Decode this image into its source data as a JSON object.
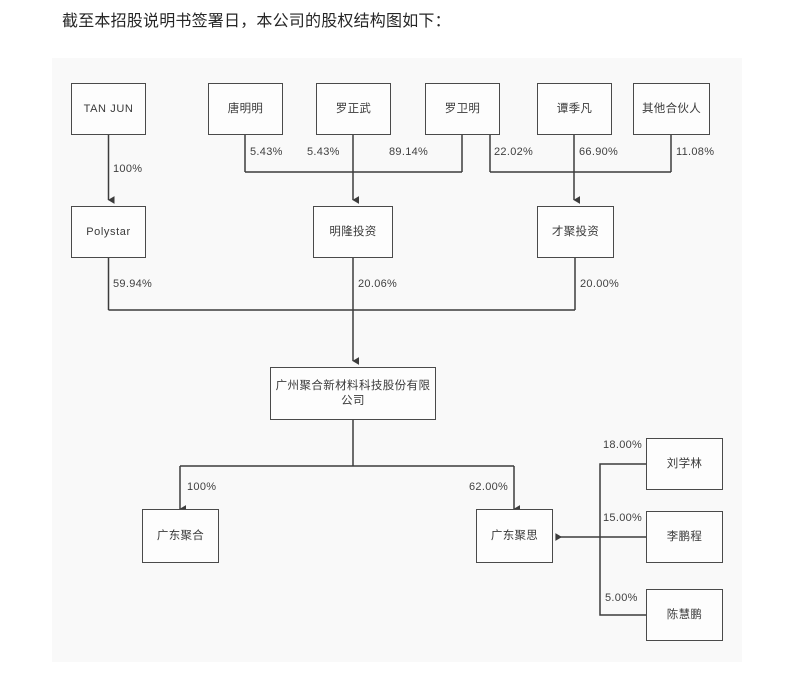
{
  "caption": "截至本招股说明书签署日，本公司的股权结构图如下：",
  "panel": {
    "background": "#f9f9f9",
    "border_color": "#4a4a4a",
    "box_fill": "#fdfdfd"
  },
  "nodes": {
    "tan_jun": "TAN JUN",
    "tang_mingming": "唐明明",
    "luo_zhengwu": "罗正武",
    "luo_weiming": "罗卫明",
    "tan_jifan": "谭季凡",
    "other_partners": "其他合伙人",
    "polystar": "Polystar",
    "minglong": "明隆投资",
    "caiju": "才聚投资",
    "main_company": "广州聚合新材料科技股份有限公司",
    "guangdong_juhe": "广东聚合",
    "guangdong_jusi": "广东聚思",
    "liu_xuelin": "刘学林",
    "li_pengcheng": "李鹏程",
    "chen_huipeng": "陈慧鹏"
  },
  "edge_labels": {
    "tanjun_to_polystar": "100%",
    "tang_to_minglong": "5.43%",
    "luozhengwu_to_minglong": "5.43%",
    "luoweiming_to_minglong": "89.14%",
    "luoweiming_to_caiju": "22.02%",
    "tanjifan_to_caiju": "66.90%",
    "others_to_caiju": "11.08%",
    "polystar_to_main": "59.94%",
    "minglong_to_main": "20.06%",
    "caiju_to_main": "20.00%",
    "main_to_juhe": "100%",
    "main_to_jusi": "62.00%",
    "liuxuelin_to_jusi": "18.00%",
    "lipengcheng_to_jusi": "15.00%",
    "chenhuipeng_to_jusi": "5.00%"
  }
}
